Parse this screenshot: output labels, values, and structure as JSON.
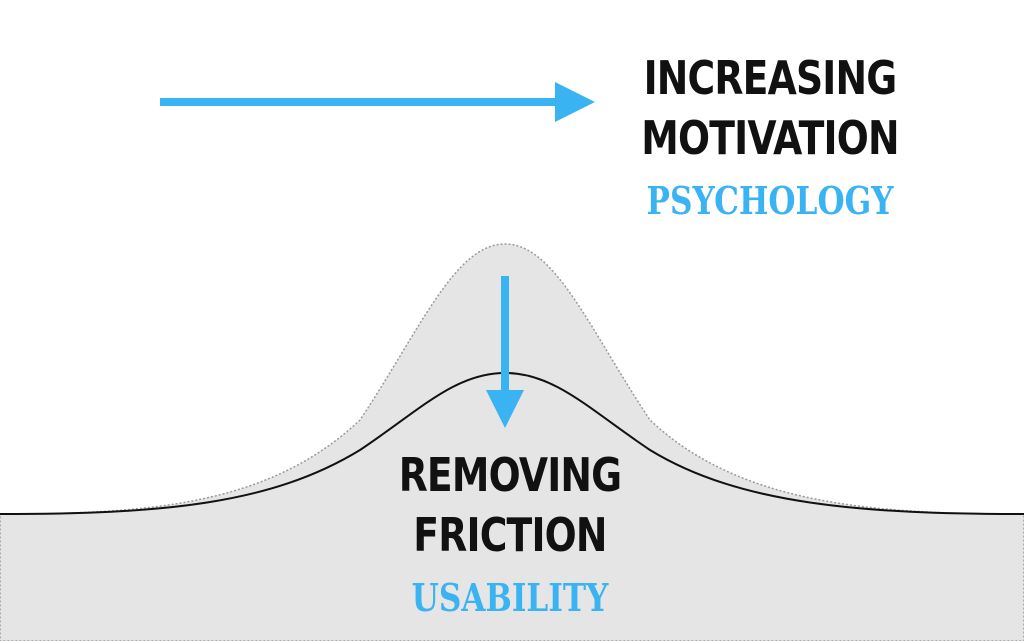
{
  "motivation": {
    "line1": "INCREASING",
    "line2": "MOTIVATION",
    "subtitle": "Psychology"
  },
  "friction": {
    "line1": "REMOVING",
    "line2": "FRICTION",
    "subtitle": "Usability"
  },
  "colors": {
    "accent": "#3ab3f2",
    "text": "#111111",
    "curve_fill": "#e5e5e5",
    "curve_stroke": "#111111",
    "outer_stroke": "#9a9a9a",
    "background": "#ffffff"
  }
}
